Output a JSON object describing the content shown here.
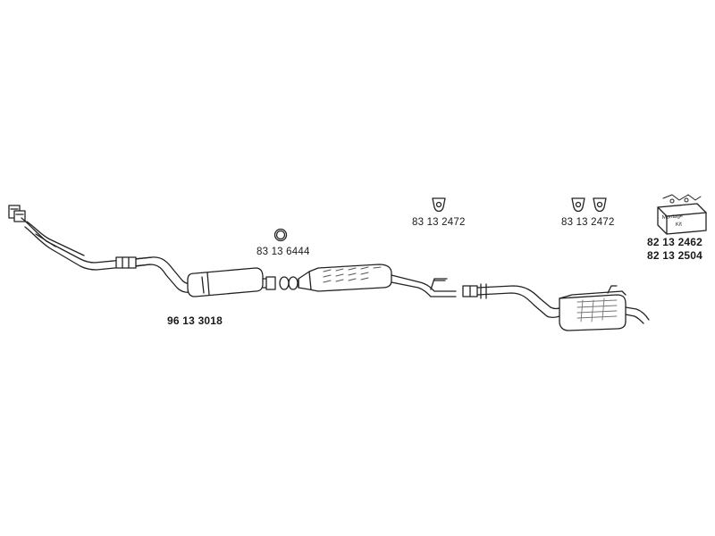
{
  "diagram": {
    "parts": [
      {
        "id": "front_pipe",
        "number": "96 13 3018",
        "bold": true
      },
      {
        "id": "gasket",
        "number": "83 13 6444",
        "bold": false
      },
      {
        "id": "hanger_mid",
        "number": "83 13 2472",
        "bold": false
      },
      {
        "id": "hanger_rear",
        "number": "83 13 2472",
        "bold": false
      },
      {
        "id": "mounting_kit_a",
        "number": "82 13 2462",
        "bold": true
      },
      {
        "id": "mounting_kit_b",
        "number": "82 13 2504",
        "bold": true
      }
    ],
    "kit_box_text": [
      "Montage",
      "Kit"
    ],
    "colors": {
      "line": "#222222",
      "fill": "#ffffff",
      "shade": "#888888"
    }
  }
}
